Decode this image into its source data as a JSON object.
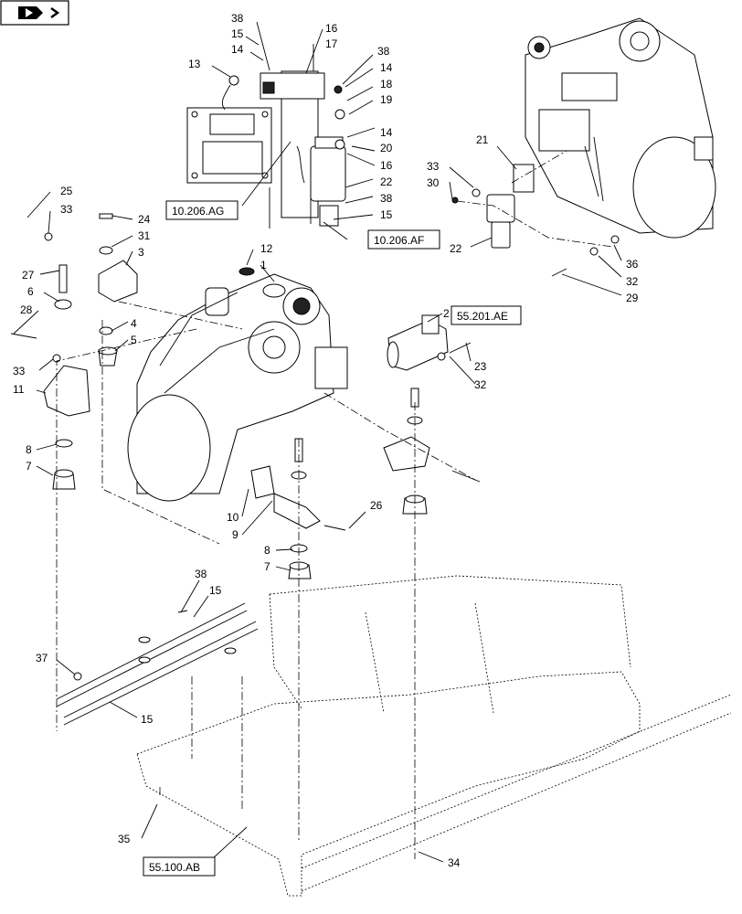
{
  "nav_icon": "arrow-tab-icon",
  "callouts": {
    "c38a": "38",
    "c15a": "15",
    "c14a": "14",
    "c13": "13",
    "c16a": "16",
    "c17": "17",
    "c38b": "38",
    "c14b": "14",
    "c18": "18",
    "c19": "19",
    "c14c": "14",
    "c20": "20",
    "c16b": "16",
    "c22a": "22",
    "c38c": "38",
    "c15b": "15",
    "c21": "21",
    "c33a": "33",
    "c30": "30",
    "c22b": "22",
    "c36": "36",
    "c32a": "32",
    "c29": "29",
    "c25": "25",
    "c33b": "33",
    "c24": "24",
    "c31": "31",
    "c3": "3",
    "c12": "12",
    "c1": "1",
    "c27": "27",
    "c6": "6",
    "c28": "28",
    "c4": "4",
    "c5": "5",
    "c2": "2",
    "c33c": "33",
    "c11": "11",
    "c23": "23",
    "c32b": "32",
    "c8a": "8",
    "c7a": "7",
    "c10": "10",
    "c9": "9",
    "c26": "26",
    "c8b": "8",
    "c7b": "7",
    "c38d": "38",
    "c15c": "15",
    "c37": "37",
    "c15d": "15",
    "c35": "35",
    "c34": "34"
  },
  "refs": {
    "r_ag": "10.206.AG",
    "r_af": "10.206.AF",
    "r_ae": "55.201.AE",
    "r_ab": "55.100.AB"
  }
}
